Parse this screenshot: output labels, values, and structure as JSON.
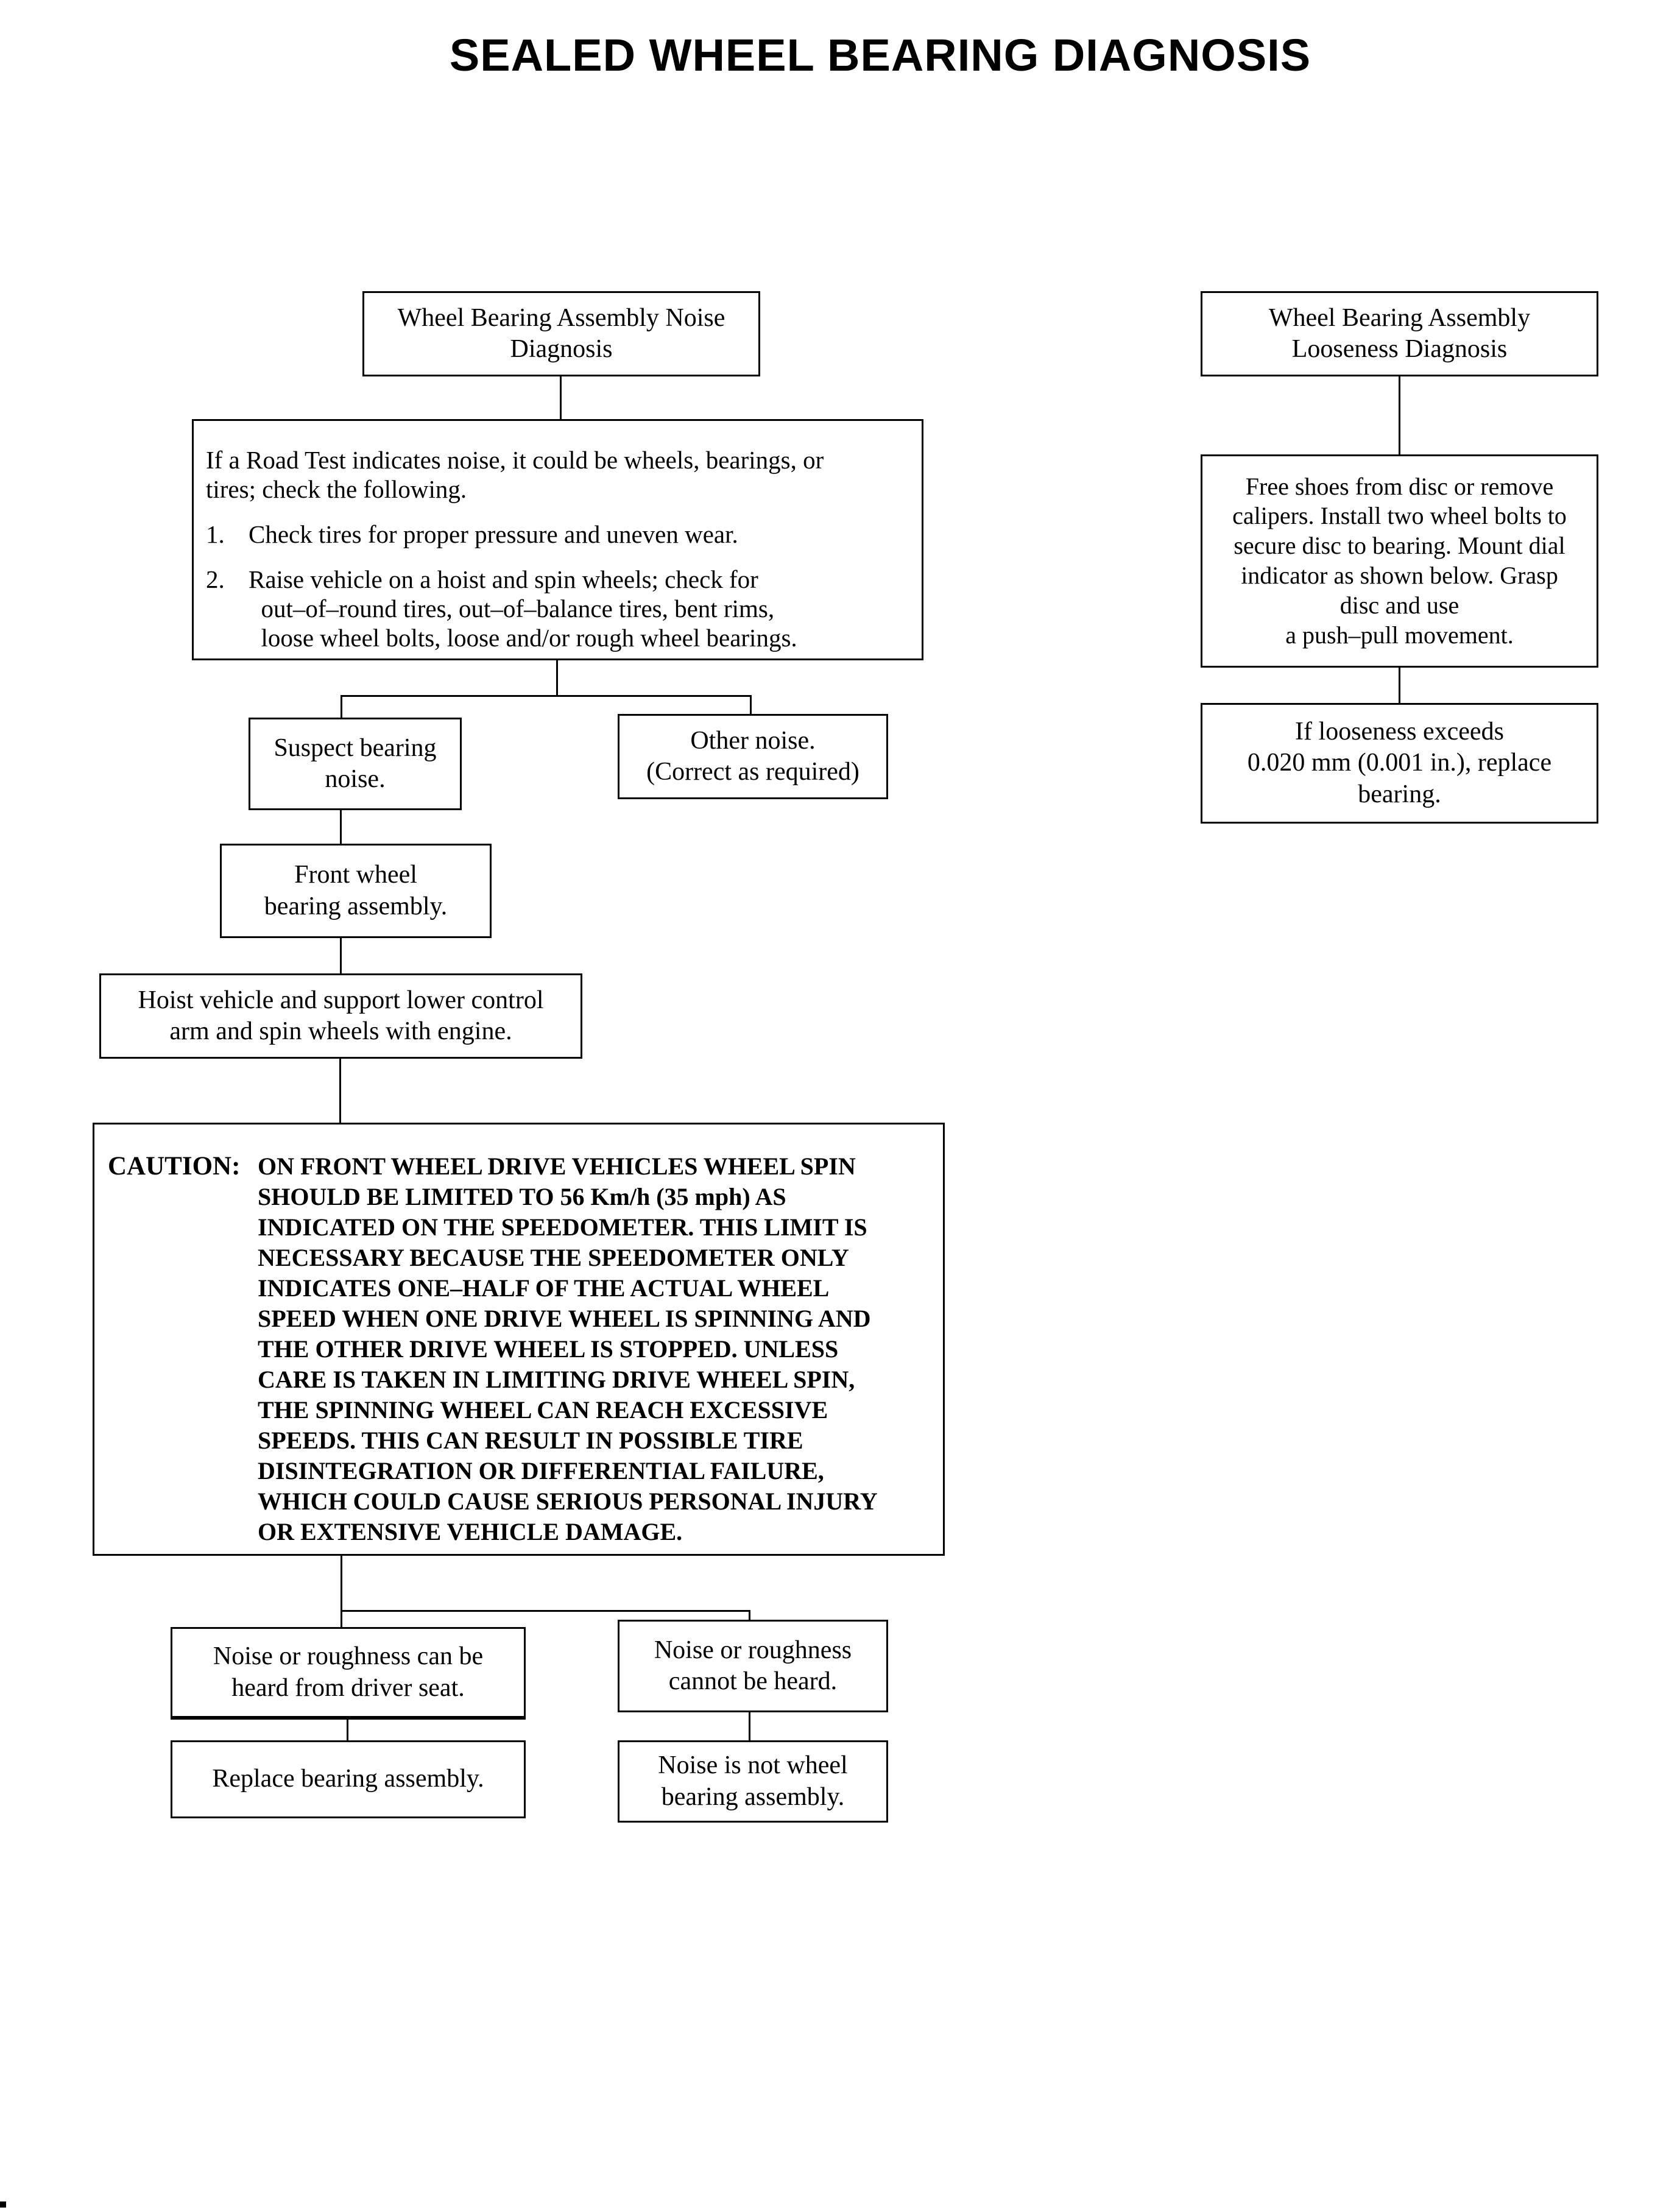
{
  "title": "SEALED WHEEL BEARING DIAGNOSIS",
  "colors": {
    "ink": "#000000",
    "paper": "#ffffff"
  },
  "noise_flow": {
    "start": "Wheel Bearing Assembly Noise\nDiagnosis",
    "road_test": {
      "intro": "If a Road Test indicates noise, it could be wheels, bearings, or\ntires; check the following.",
      "items": [
        {
          "num": "1.",
          "text": "Check tires for proper pressure and uneven wear."
        },
        {
          "num": "2.",
          "text": "Raise vehicle on a hoist and spin wheels; check for\n  out–of–round tires, out–of–balance tires, bent rims,\n  loose wheel bolts, loose and/or rough wheel bearings."
        }
      ]
    },
    "suspect": "Suspect bearing\nnoise.",
    "other": "Other noise.\n(Correct as required)",
    "front_wheel": "Front wheel\nbearing assembly.",
    "hoist": "Hoist vehicle and support lower control\narm and spin wheels with engine.",
    "caution_label": "CAUTION:",
    "caution_body": "ON FRONT WHEEL DRIVE VEHICLES WHEEL SPIN\nSHOULD BE LIMITED TO 56 Km/h (35 mph) AS\nINDICATED ON THE SPEEDOMETER. THIS LIMIT IS\nNECESSARY BECAUSE THE SPEEDOMETER ONLY\nINDICATES ONE–HALF OF THE ACTUAL WHEEL\nSPEED WHEN ONE DRIVE WHEEL IS SPINNING AND\nTHE OTHER DRIVE WHEEL IS STOPPED. UNLESS\nCARE IS TAKEN IN LIMITING DRIVE WHEEL SPIN,\nTHE SPINNING WHEEL CAN REACH EXCESSIVE\nSPEEDS. THIS CAN RESULT IN POSSIBLE TIRE\nDISINTEGRATION OR DIFFERENTIAL FAILURE,\nWHICH COULD CAUSE SERIOUS PERSONAL INJURY\nOR EXTENSIVE VEHICLE DAMAGE.",
    "heard": "Noise or roughness can be\nheard from driver seat.",
    "not_heard": "Noise or roughness\ncannot be heard.",
    "replace": "Replace bearing assembly.",
    "not_wheel_bearing": "Noise is not wheel\nbearing assembly."
  },
  "looseness_flow": {
    "start": "Wheel Bearing Assembly\nLooseness Diagnosis",
    "procedure": "Free shoes from disc or remove\ncalipers. Install two wheel bolts to\nsecure disc to bearing. Mount dial\nindicator as shown below. Grasp\ndisc and use\na push–pull movement.",
    "limit": "If looseness exceeds\n0.020 mm (0.001 in.), replace\nbearing."
  }
}
